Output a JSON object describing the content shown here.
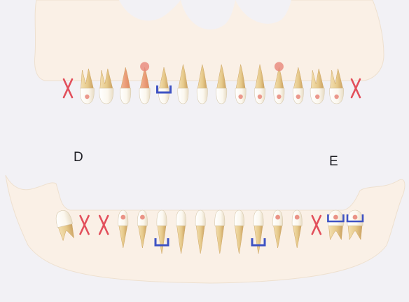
{
  "labels": {
    "left": "D",
    "right": "E"
  },
  "legend_symbols": {
    "missing": "x-mark",
    "lesion": "red-circle",
    "restoration": "blue-mark"
  },
  "colors": {
    "background": "#f2f1f5",
    "jaw_bone": "#faf0e6",
    "jaw_edge": "#ecdccb",
    "crown": "#fdfbf6",
    "root": "#e9cf93",
    "root_shadow": "#cfa766",
    "periapical": "#f0a382",
    "extraction_mark": "#e24f5b",
    "pulp_lesion": "#e8877a",
    "restoration": "#3f53c4",
    "text": "#1e1e24"
  },
  "upper_arch": {
    "teeth": [
      {
        "id": "u1",
        "status": "missing"
      },
      {
        "id": "u2",
        "status": "present",
        "lesion": true
      },
      {
        "id": "u3",
        "status": "present"
      },
      {
        "id": "u4",
        "status": "present",
        "periapical": true
      },
      {
        "id": "u5",
        "status": "present",
        "periapical": true,
        "apex_lesion": true
      },
      {
        "id": "u6",
        "status": "present",
        "restoration": true
      },
      {
        "id": "u7",
        "status": "present"
      },
      {
        "id": "u8",
        "status": "present"
      },
      {
        "id": "u9",
        "status": "present"
      },
      {
        "id": "u10",
        "status": "present",
        "lesion": true
      },
      {
        "id": "u11",
        "status": "present",
        "lesion": true
      },
      {
        "id": "u12",
        "status": "present",
        "apex_lesion": true,
        "lesion": true
      },
      {
        "id": "u13",
        "status": "present",
        "lesion": true
      },
      {
        "id": "u14",
        "status": "present",
        "lesion": true
      },
      {
        "id": "u15",
        "status": "present",
        "lesion": true
      },
      {
        "id": "u16",
        "status": "missing"
      }
    ]
  },
  "lower_arch": {
    "teeth": [
      {
        "id": "l1",
        "status": "present",
        "tilted": true
      },
      {
        "id": "l2",
        "status": "missing"
      },
      {
        "id": "l3",
        "status": "missing"
      },
      {
        "id": "l4",
        "status": "present",
        "lesion": true
      },
      {
        "id": "l5",
        "status": "present",
        "lesion": true
      },
      {
        "id": "l6",
        "status": "present",
        "restoration": true
      },
      {
        "id": "l7",
        "status": "present"
      },
      {
        "id": "l8",
        "status": "present"
      },
      {
        "id": "l9",
        "status": "present"
      },
      {
        "id": "l10",
        "status": "present"
      },
      {
        "id": "l11",
        "status": "present",
        "restoration": true
      },
      {
        "id": "l12",
        "status": "present",
        "lesion": true
      },
      {
        "id": "l13",
        "status": "present",
        "lesion": true
      },
      {
        "id": "l14",
        "status": "missing"
      },
      {
        "id": "l15",
        "status": "present",
        "lesion": true,
        "restoration": true
      },
      {
        "id": "l16",
        "status": "present",
        "lesion": true,
        "restoration": true
      }
    ]
  }
}
